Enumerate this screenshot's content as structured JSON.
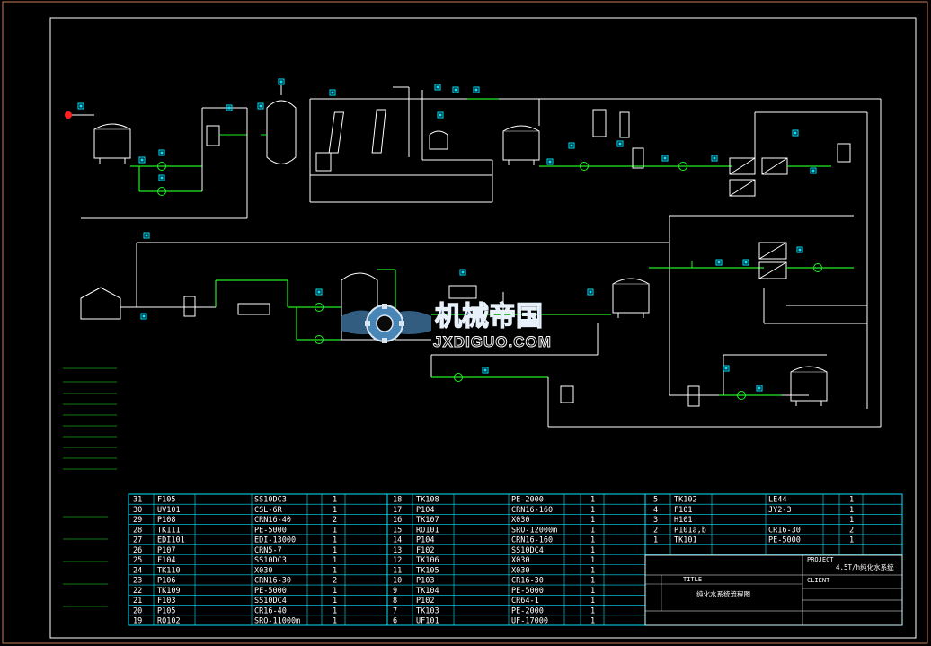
{
  "colors": {
    "background": "#000000",
    "outer_frame": "#c97b5a",
    "line": "#ffffff",
    "pipe": "#22ee22",
    "tag": "#00e5ff",
    "table": "#00e5ff",
    "text": "#ffffff",
    "accent_red": "#ff2020"
  },
  "watermark": {
    "brand_cn": "机械帝国",
    "domain": "JXDIGUO.COM"
  },
  "title_block": {
    "cells": [
      "4.5T/h纯化水系统",
      "纯化水系统流程图",
      "TITLE",
      "CLIENT",
      "PROJECT"
    ]
  },
  "bom_left": [
    {
      "no": "31",
      "tag": "F105",
      "model": "SS10DC3",
      "qty": "1"
    },
    {
      "no": "30",
      "tag": "UV101",
      "model": "CSL-6R",
      "qty": "1"
    },
    {
      "no": "29",
      "tag": "P108",
      "model": "CRN16-40",
      "qty": "2"
    },
    {
      "no": "28",
      "tag": "TK111",
      "model": "PE-5000",
      "qty": "1"
    },
    {
      "no": "27",
      "tag": "EDI101",
      "model": "EDI-13000",
      "qty": "1"
    },
    {
      "no": "26",
      "tag": "P107",
      "model": "CRN5-7",
      "qty": "1"
    },
    {
      "no": "25",
      "tag": "F104",
      "model": "SS10DC3",
      "qty": "1"
    },
    {
      "no": "24",
      "tag": "TK110",
      "model": "X030",
      "qty": "1"
    },
    {
      "no": "23",
      "tag": "P106",
      "model": "CRN16-30",
      "qty": "2"
    },
    {
      "no": "22",
      "tag": "TK109",
      "model": "PE-5000",
      "qty": "1"
    },
    {
      "no": "21",
      "tag": "F103",
      "model": "SS10DC4",
      "qty": "1"
    },
    {
      "no": "20",
      "tag": "P105",
      "model": "CR16-40",
      "qty": "1"
    },
    {
      "no": "19",
      "tag": "RO102",
      "model": "SRO-11000m",
      "qty": "1"
    }
  ],
  "bom_mid": [
    {
      "no": "18",
      "tag": "TK108",
      "model": "PE-2000",
      "qty": "1"
    },
    {
      "no": "17",
      "tag": "P104",
      "model": "CRN16-160",
      "qty": "1"
    },
    {
      "no": "16",
      "tag": "TK107",
      "model": "X030",
      "qty": "1"
    },
    {
      "no": "15",
      "tag": "RO101",
      "model": "SRO-12000m",
      "qty": "1"
    },
    {
      "no": "14",
      "tag": "P104",
      "model": "CRN16-160",
      "qty": "1"
    },
    {
      "no": "13",
      "tag": "F102",
      "model": "SS10DC4",
      "qty": "1"
    },
    {
      "no": "12",
      "tag": "TK106",
      "model": "X030",
      "qty": "1"
    },
    {
      "no": "11",
      "tag": "TK105",
      "model": "X030",
      "qty": "1"
    },
    {
      "no": "10",
      "tag": "P103",
      "model": "CR16-30",
      "qty": "1"
    },
    {
      "no": "9",
      "tag": "TK104",
      "model": "PE-5000",
      "qty": "1"
    },
    {
      "no": "8",
      "tag": "P102",
      "model": "CR64-1",
      "qty": "1"
    },
    {
      "no": "7",
      "tag": "TK103",
      "model": "PE-2000",
      "qty": "1"
    },
    {
      "no": "6",
      "tag": "UF101",
      "model": "UF-17000",
      "qty": "1"
    }
  ],
  "bom_right": [
    {
      "no": "5",
      "tag": "TK102",
      "model": "LE44",
      "qty": "1"
    },
    {
      "no": "4",
      "tag": "F101",
      "model": "JY2-3",
      "qty": "1"
    },
    {
      "no": "3",
      "tag": "H101",
      "model": "",
      "qty": "1"
    },
    {
      "no": "2",
      "tag": "P101a,b",
      "model": "CR16-30",
      "qty": "2"
    },
    {
      "no": "1",
      "tag": "TK101",
      "model": "PE-5000",
      "qty": "1"
    }
  ]
}
